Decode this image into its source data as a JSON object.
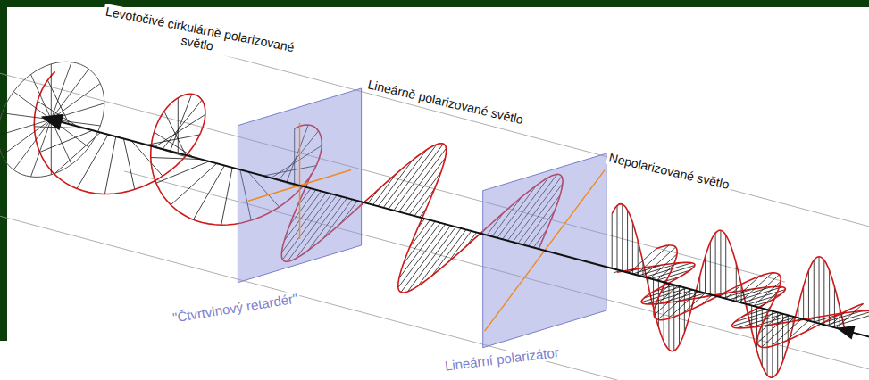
{
  "diagram": {
    "labels": [
      "Levotočivé cirkulárně polarizované světlo",
      "Lineárně polarizované světlo",
      "Nepolarizované světlo",
      "\"Čtvrtvlnový retardér\"",
      "Lineární polarizátor"
    ]
  }
}
